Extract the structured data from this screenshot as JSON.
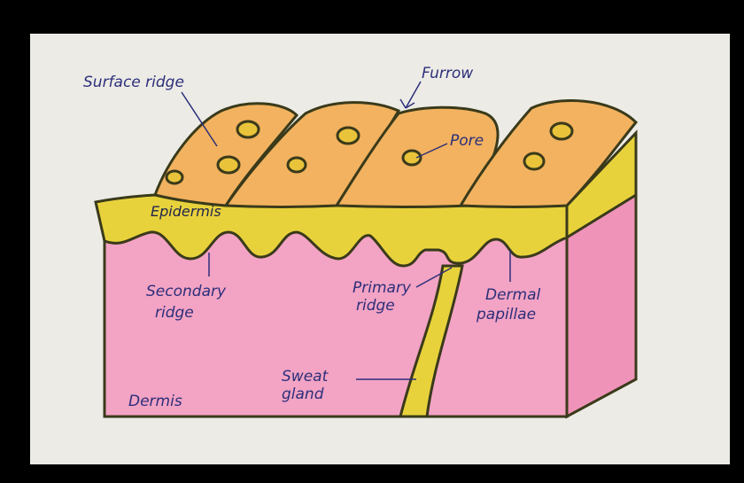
{
  "labels": {
    "surface_ridge": "Surface ridge",
    "furrow": "Furrow",
    "pore": "Pore",
    "epidermis": "Epidermis",
    "secondary_ridge_line1": "Secondary",
    "secondary_ridge_line2": "ridge",
    "primary_ridge_line1": "Primary",
    "primary_ridge_line2": "ridge",
    "dermal_papillae_line1": "Dermal",
    "dermal_papillae_line2": "papillae",
    "sweat_gland_line1": "Sweat",
    "sweat_gland_line2": "gland",
    "dermis": "Dermis"
  },
  "colors": {
    "border": "#000000",
    "paper": "#ecebe6",
    "ridge_top": "#f2b25f",
    "ridge_side": "#e59f4b",
    "epidermis": "#e8d23c",
    "dermis_front": "#f3a3c4",
    "dermis_side": "#ef93b9",
    "outline": "#3a3a1a",
    "pore": "#e9c43b",
    "label_ink": "#2c2f7a"
  }
}
